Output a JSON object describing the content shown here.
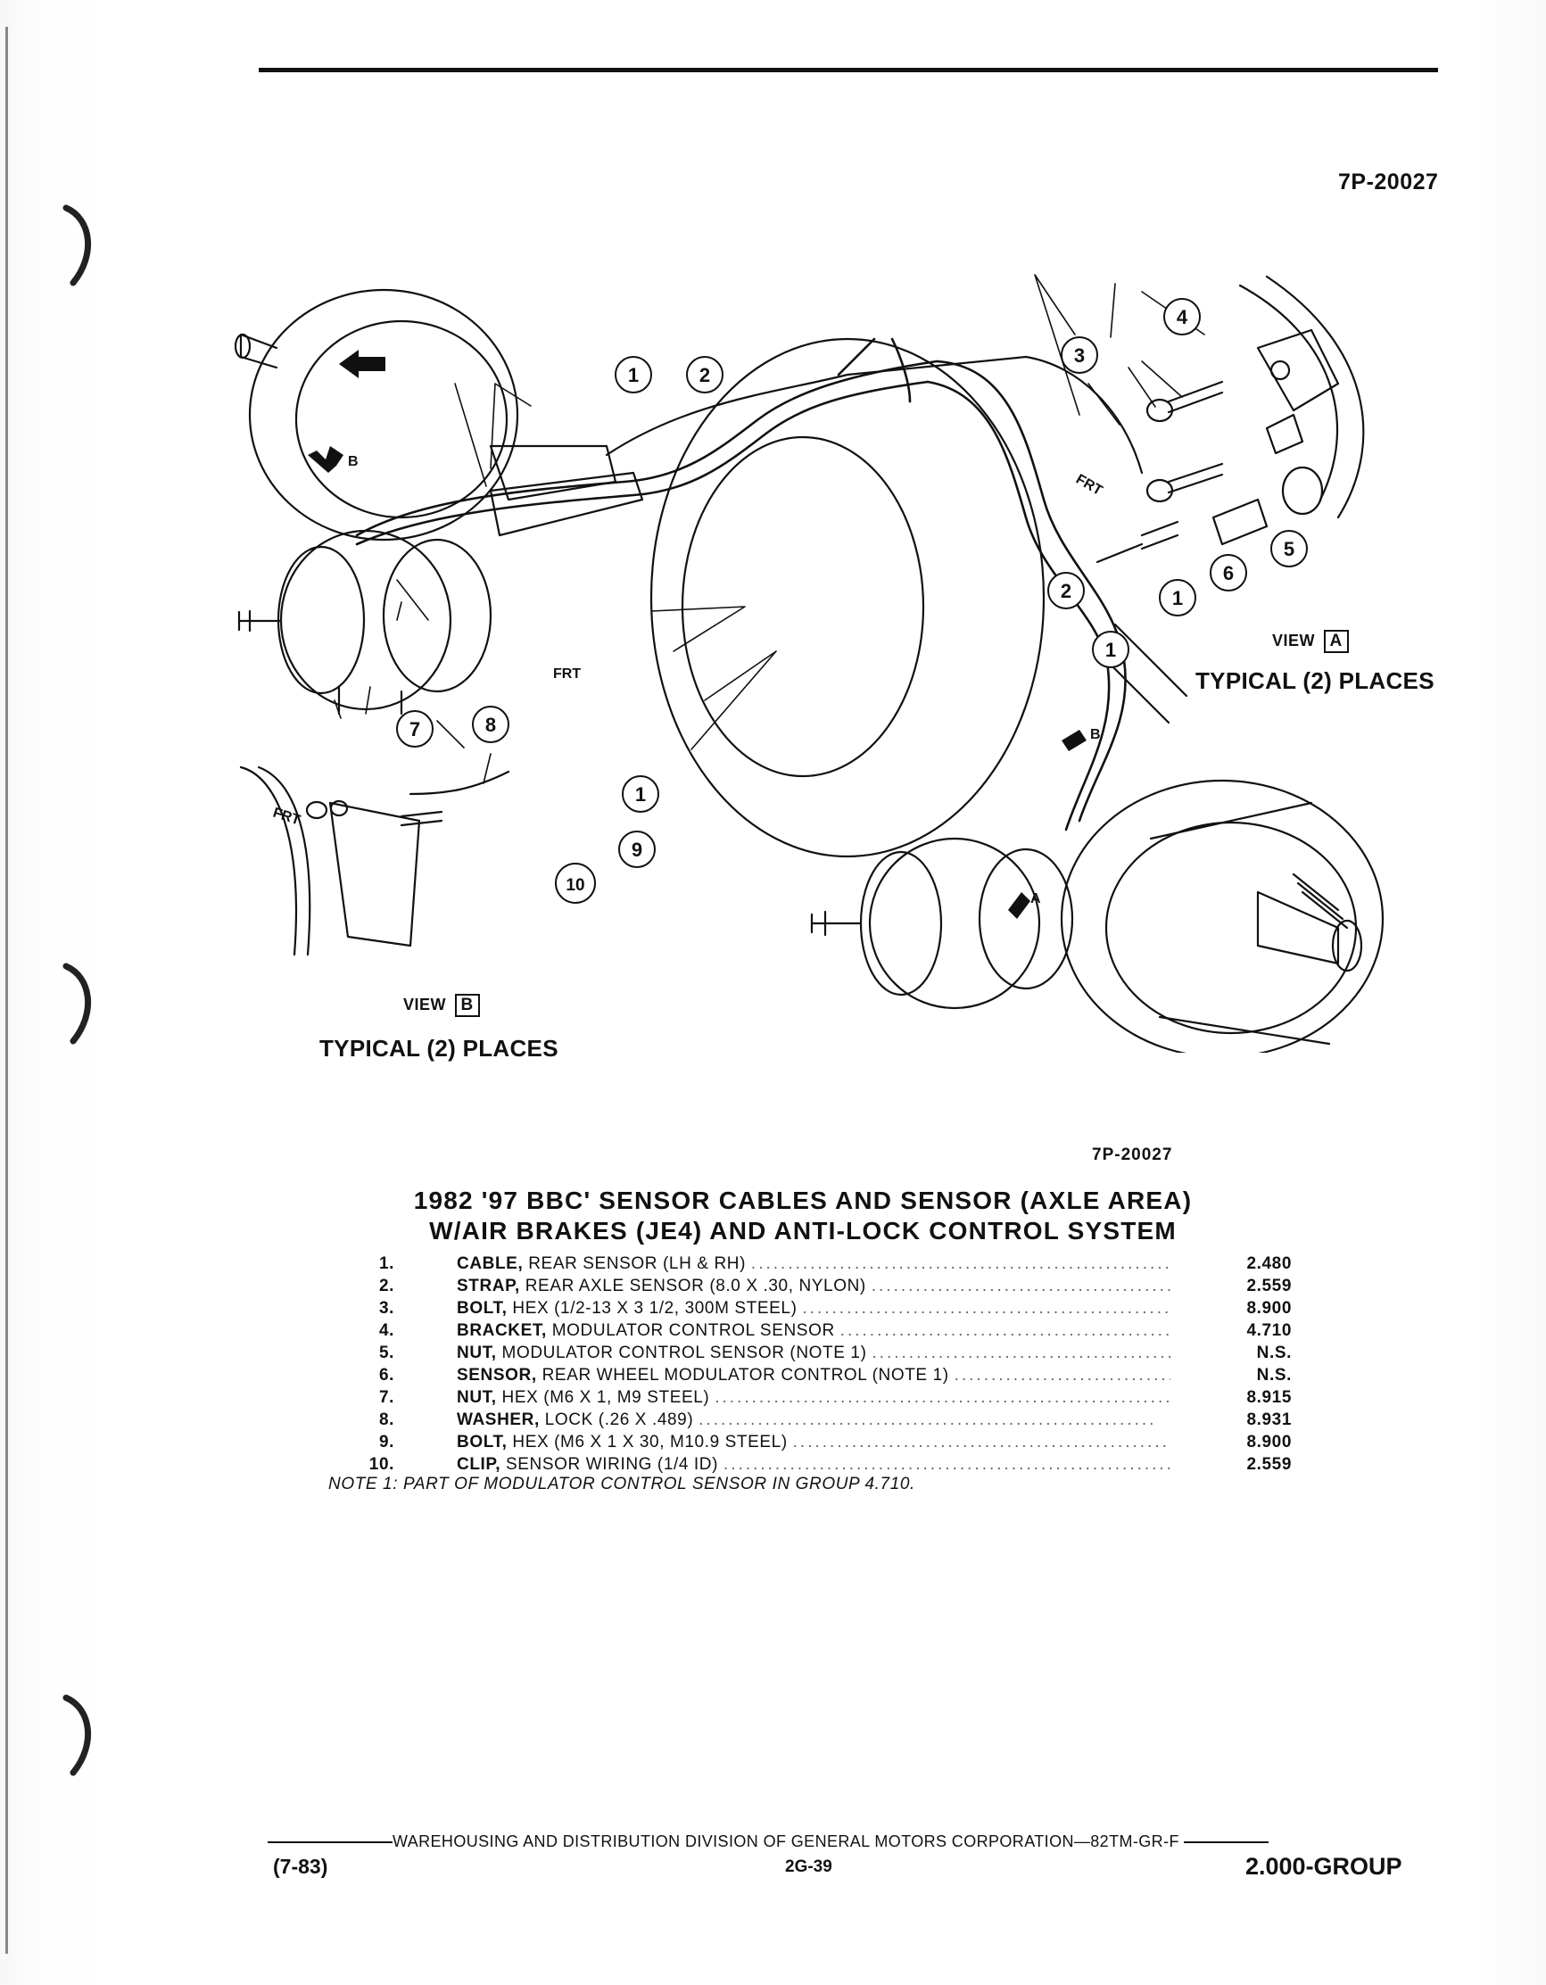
{
  "figure_id_top": "7P-20027",
  "figure_id_mid": "7P-20027",
  "callouts": {
    "c1": "1",
    "c2": "2",
    "c3": "3",
    "c4": "4",
    "c5": "5",
    "c6": "6",
    "c7": "7",
    "c8": "8",
    "c9": "9",
    "c10": "10"
  },
  "arrows": {
    "a": "A",
    "b": "B",
    "frt": "FRT"
  },
  "view_a": {
    "word": "VIEW",
    "letter": "A",
    "typical": "TYPICAL (2) PLACES"
  },
  "view_b": {
    "word": "VIEW",
    "letter": "B",
    "typical": "TYPICAL (2) PLACES"
  },
  "title_line1": "1982 '97 BBC' SENSOR CABLES AND SENSOR (AXLE AREA)",
  "title_line2": "W/AIR BRAKES (JE4) AND ANTI-LOCK CONTROL SYSTEM",
  "parts": [
    {
      "no": "1.",
      "name": "CABLE,",
      "desc": "REAR SENSOR (LH & RH)",
      "group": "2.480"
    },
    {
      "no": "2.",
      "name": "STRAP,",
      "desc": "REAR AXLE SENSOR (8.0 X .30, NYLON)",
      "group": "2.559"
    },
    {
      "no": "3.",
      "name": "BOLT,",
      "desc": "HEX (1/2-13 X 3 1/2, 300M STEEL)",
      "group": "8.900"
    },
    {
      "no": "4.",
      "name": "BRACKET,",
      "desc": "MODULATOR CONTROL SENSOR",
      "group": "4.710"
    },
    {
      "no": "5.",
      "name": "NUT,",
      "desc": "MODULATOR CONTROL SENSOR (NOTE 1)",
      "group": "N.S."
    },
    {
      "no": "6.",
      "name": "SENSOR,",
      "desc": "REAR WHEEL MODULATOR CONTROL (NOTE 1)",
      "group": "N.S."
    },
    {
      "no": "7.",
      "name": "NUT,",
      "desc": "HEX (M6 X 1, M9 STEEL)",
      "group": "8.915"
    },
    {
      "no": "8.",
      "name": "WASHER,",
      "desc": "LOCK (.26 X .489)",
      "group": "8.931"
    },
    {
      "no": "9.",
      "name": "BOLT,",
      "desc": "HEX (M6 X 1 X 30, M10.9 STEEL)",
      "group": "8.900"
    },
    {
      "no": "10.",
      "name": "CLIP,",
      "desc": "SENSOR WIRING (1/4 ID)",
      "group": "2.559"
    }
  ],
  "note": "NOTE 1: PART OF MODULATOR CONTROL SENSOR IN GROUP 4.710.",
  "footer": {
    "org": "WAREHOUSING AND DISTRIBUTION  DIVISION OF GENERAL MOTORS CORPORATION—82TM-GR-F",
    "date": "(7-83)",
    "page": "2G-39",
    "group": "2.000-GROUP"
  }
}
